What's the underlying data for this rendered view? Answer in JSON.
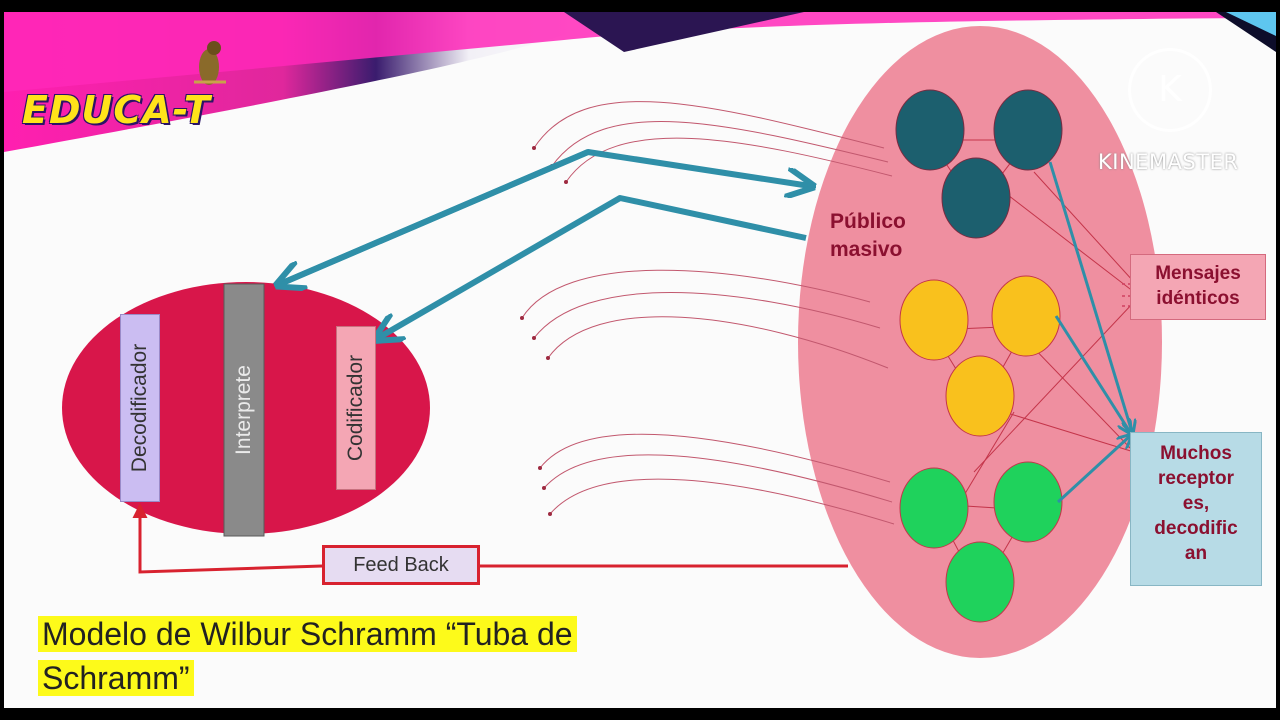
{
  "logo": {
    "text": "EDUCA-T"
  },
  "watermark": {
    "letter": "K",
    "text": "KINEMASTER"
  },
  "left_ellipse": {
    "decodificador": "Decodificador",
    "interprete": "Interprete",
    "codificador": "Codificador"
  },
  "audience": {
    "label_line1": "Público",
    "label_line2": "masivo"
  },
  "mensajes_box": {
    "line1": "Mensajes",
    "line2": "idénticos"
  },
  "receptores_box": {
    "lines": [
      "Muchos",
      "receptor",
      "es,",
      "decodific",
      "an"
    ]
  },
  "feedback": {
    "label": "Feed Back"
  },
  "caption": {
    "line1": "Modelo de Wilbur Schramm “Tuba de",
    "line2": "Schramm”"
  },
  "colors": {
    "ellipse_red": "#d8164a",
    "audience_pink": "#ef8fa0",
    "teal_group": "#1c5f6e",
    "yellow_group": "#f9c11d",
    "green_group": "#1fd25c",
    "arrow_blue": "#2f8fa8",
    "feedback_red": "#d8222f",
    "caption_highlight": "#fdfa1a"
  }
}
